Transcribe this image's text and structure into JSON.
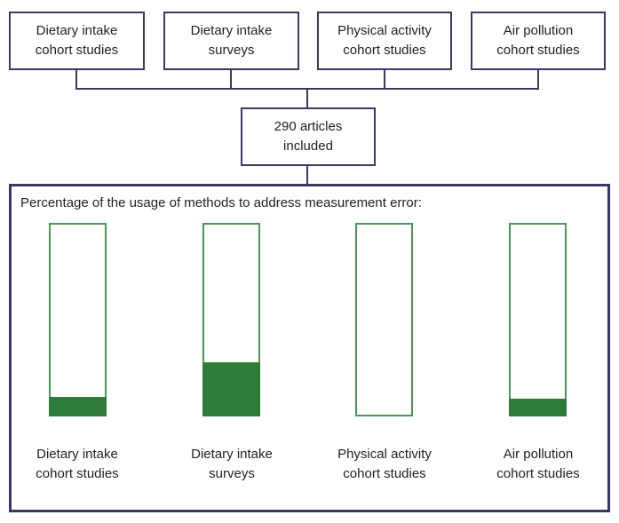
{
  "flowchart": {
    "source_boxes": [
      {
        "line1": "Dietary intake",
        "line2": "cohort studies"
      },
      {
        "line1": "Dietary intake",
        "line2": "surveys"
      },
      {
        "line1": "Physical activity",
        "line2": "cohort studies"
      },
      {
        "line1": "Air pollution",
        "line2": "cohort studies"
      }
    ],
    "result_box": {
      "line1": "290 articles",
      "line2": "included"
    }
  },
  "panel": {
    "title": "Percentage of the usage of methods to address measurement error:",
    "bars": [
      {
        "line1": "Dietary intake",
        "line2": "cohort studies",
        "fill_percent": 10
      },
      {
        "line1": "Dietary intake",
        "line2": "surveys",
        "fill_percent": 28
      },
      {
        "line1": "Physical activity",
        "line2": "cohort studies",
        "fill_percent": 0
      },
      {
        "line1": "Air pollution",
        "line2": "cohort studies",
        "fill_percent": 9
      }
    ]
  },
  "colors": {
    "box_border_navy": "#3B3866",
    "bar_outline_green": "#4B9655",
    "bar_fill_green": "#2E7B3A",
    "text": "#1F1F1F",
    "background": "#FFFFFF"
  },
  "chart_data": {
    "type": "bar",
    "title": "Percentage of the usage of methods to address measurement error:",
    "categories": [
      "Dietary intake cohort studies",
      "Dietary intake surveys",
      "Physical activity cohort studies",
      "Air pollution cohort studies"
    ],
    "values": [
      10,
      28,
      0,
      9
    ],
    "unit": "percent",
    "ylim": [
      0,
      100
    ],
    "legend": "none",
    "grid": false,
    "note": "bars are unlabeled outlines filled to the shown level; values estimated from fill heights"
  }
}
